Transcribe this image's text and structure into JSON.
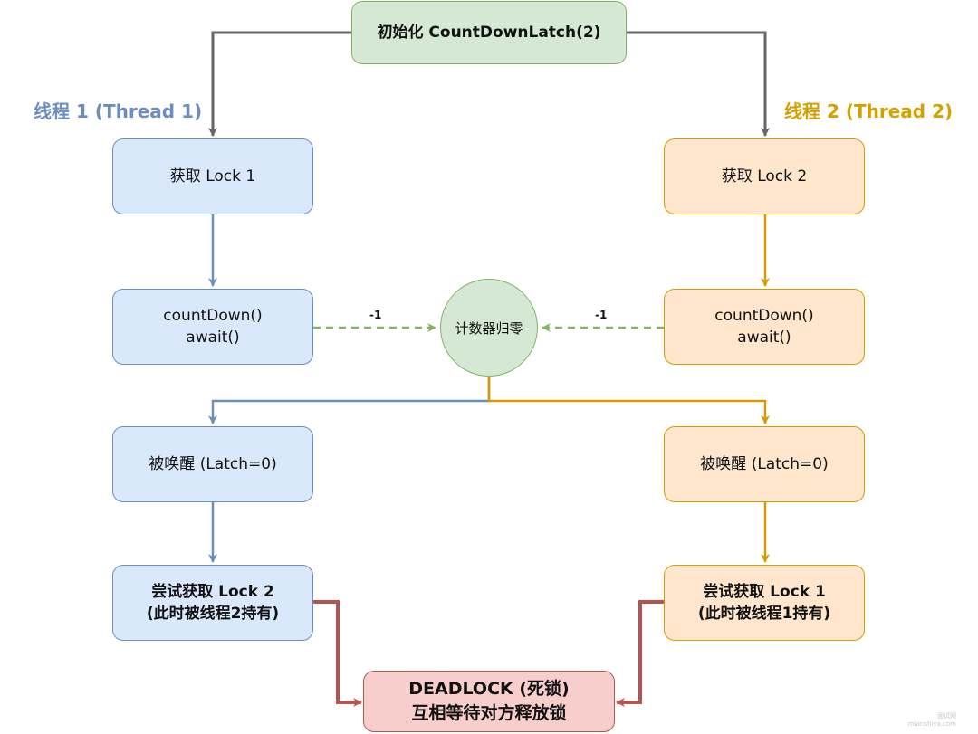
{
  "init": {
    "label": "初始化 CountDownLatch(2)"
  },
  "lanes": {
    "thread1": {
      "title": "线程 1 (Thread 1)",
      "color": "#6c8ebf"
    },
    "thread2": {
      "title": "线程 2 (Thread 2)",
      "color": "#d4a100"
    }
  },
  "thread1": {
    "acquire": "获取 Lock 1",
    "countdown": [
      "countDown()",
      "await()"
    ],
    "woken": "被唤醒 (Latch=0)",
    "try_lock": [
      "尝试获取 Lock 2",
      "(此时被线程2持有)"
    ]
  },
  "thread2": {
    "acquire": "获取 Lock 2",
    "countdown": [
      "countDown()",
      "await()"
    ],
    "woken": "被唤醒 (Latch=0)",
    "try_lock": [
      "尝试获取 Lock 1",
      "(此时被线程1持有)"
    ]
  },
  "counter": {
    "label": "计数器归零",
    "left_edge": "-1",
    "right_edge": "-1"
  },
  "deadlock": {
    "line1": "DEADLOCK (死锁)",
    "line2": "互相等待对方释放锁"
  },
  "watermark": {
    "line1": "面试网",
    "line2": "mianshiya.com"
  },
  "colors": {
    "blue_stroke": "#6c8ebf",
    "orange_stroke": "#d79b00",
    "green_stroke": "#82b366",
    "red_stroke": "#b85450",
    "gray_stroke": "#666666"
  }
}
